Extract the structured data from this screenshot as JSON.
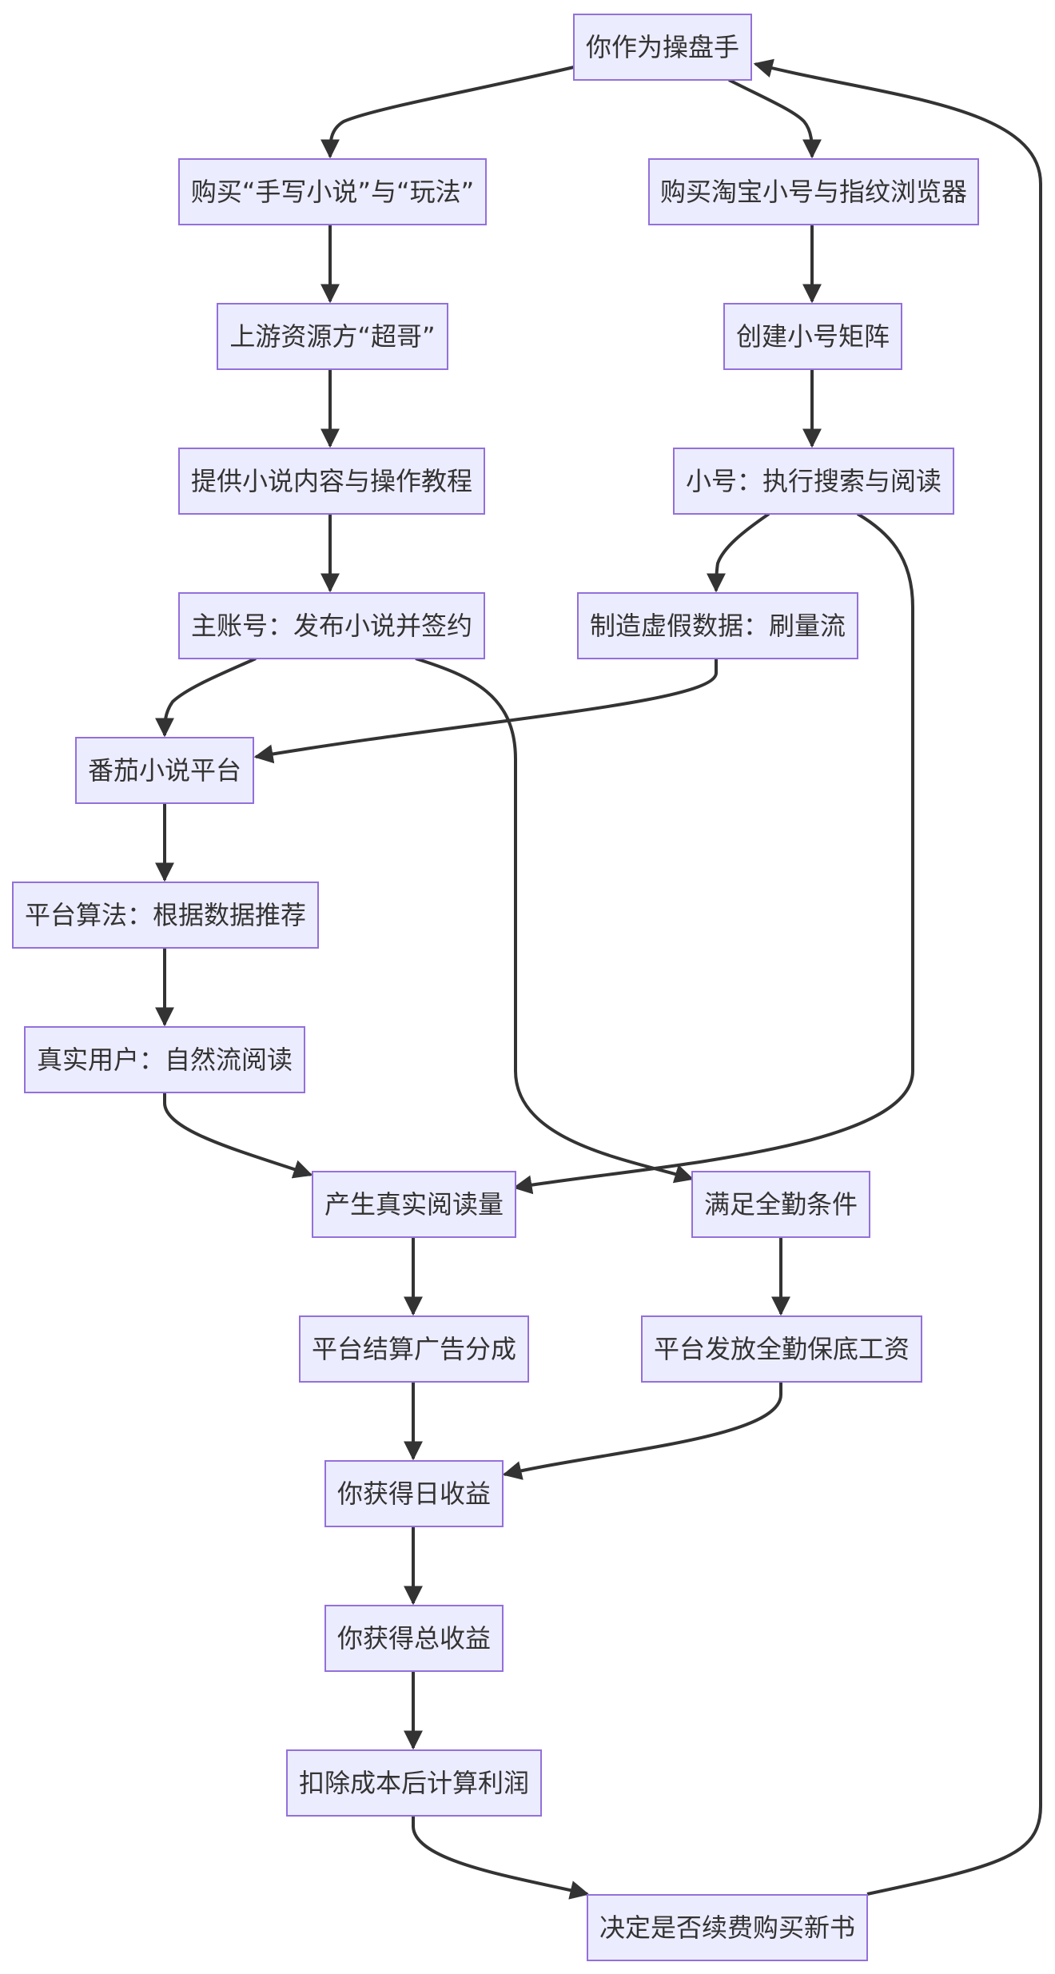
{
  "nodes": {
    "operator": "你作为操盘手",
    "buy_novel": "购买“手写小说”与“玩法”",
    "buy_accounts": "购买淘宝小号与指纹浏览器",
    "supplier": "上游资源方“超哥”",
    "create_matrix": "创建小号矩阵",
    "provide_content": "提供小说内容与操作教程",
    "alt_search": "小号：执行搜索与阅读",
    "publish": "主账号：发布小说并签约",
    "fake_data": "制造虚假数据：刷量流",
    "platform": "番茄小说平台",
    "algorithm": "平台算法：根据数据推荐",
    "real_users": "真实用户：自然流阅读",
    "real_reads": "产生真实阅读量",
    "attendance": "满足全勤条件",
    "ad_share": "平台结算广告分成",
    "guarantee": "平台发放全勤保底工资",
    "daily_income": "你获得日收益",
    "total_income": "你获得总收益",
    "profit": "扣除成本后计算利润",
    "decide": "决定是否续费购买新书"
  },
  "edges": [
    [
      "operator",
      "buy_novel"
    ],
    [
      "operator",
      "buy_accounts"
    ],
    [
      "buy_novel",
      "supplier"
    ],
    [
      "supplier",
      "provide_content"
    ],
    [
      "provide_content",
      "publish"
    ],
    [
      "buy_accounts",
      "create_matrix"
    ],
    [
      "create_matrix",
      "alt_search"
    ],
    [
      "alt_search",
      "fake_data"
    ],
    [
      "alt_search",
      "real_reads"
    ],
    [
      "publish",
      "platform"
    ],
    [
      "publish",
      "attendance"
    ],
    [
      "fake_data",
      "platform"
    ],
    [
      "platform",
      "algorithm"
    ],
    [
      "algorithm",
      "real_users"
    ],
    [
      "real_users",
      "real_reads"
    ],
    [
      "real_reads",
      "ad_share"
    ],
    [
      "attendance",
      "guarantee"
    ],
    [
      "ad_share",
      "daily_income"
    ],
    [
      "guarantee",
      "daily_income"
    ],
    [
      "daily_income",
      "total_income"
    ],
    [
      "total_income",
      "profit"
    ],
    [
      "profit",
      "decide"
    ],
    [
      "decide",
      "operator"
    ]
  ],
  "colors": {
    "node_fill": "#ECECFF",
    "node_stroke": "#9370DB",
    "edge": "#333333",
    "text": "#333333"
  }
}
